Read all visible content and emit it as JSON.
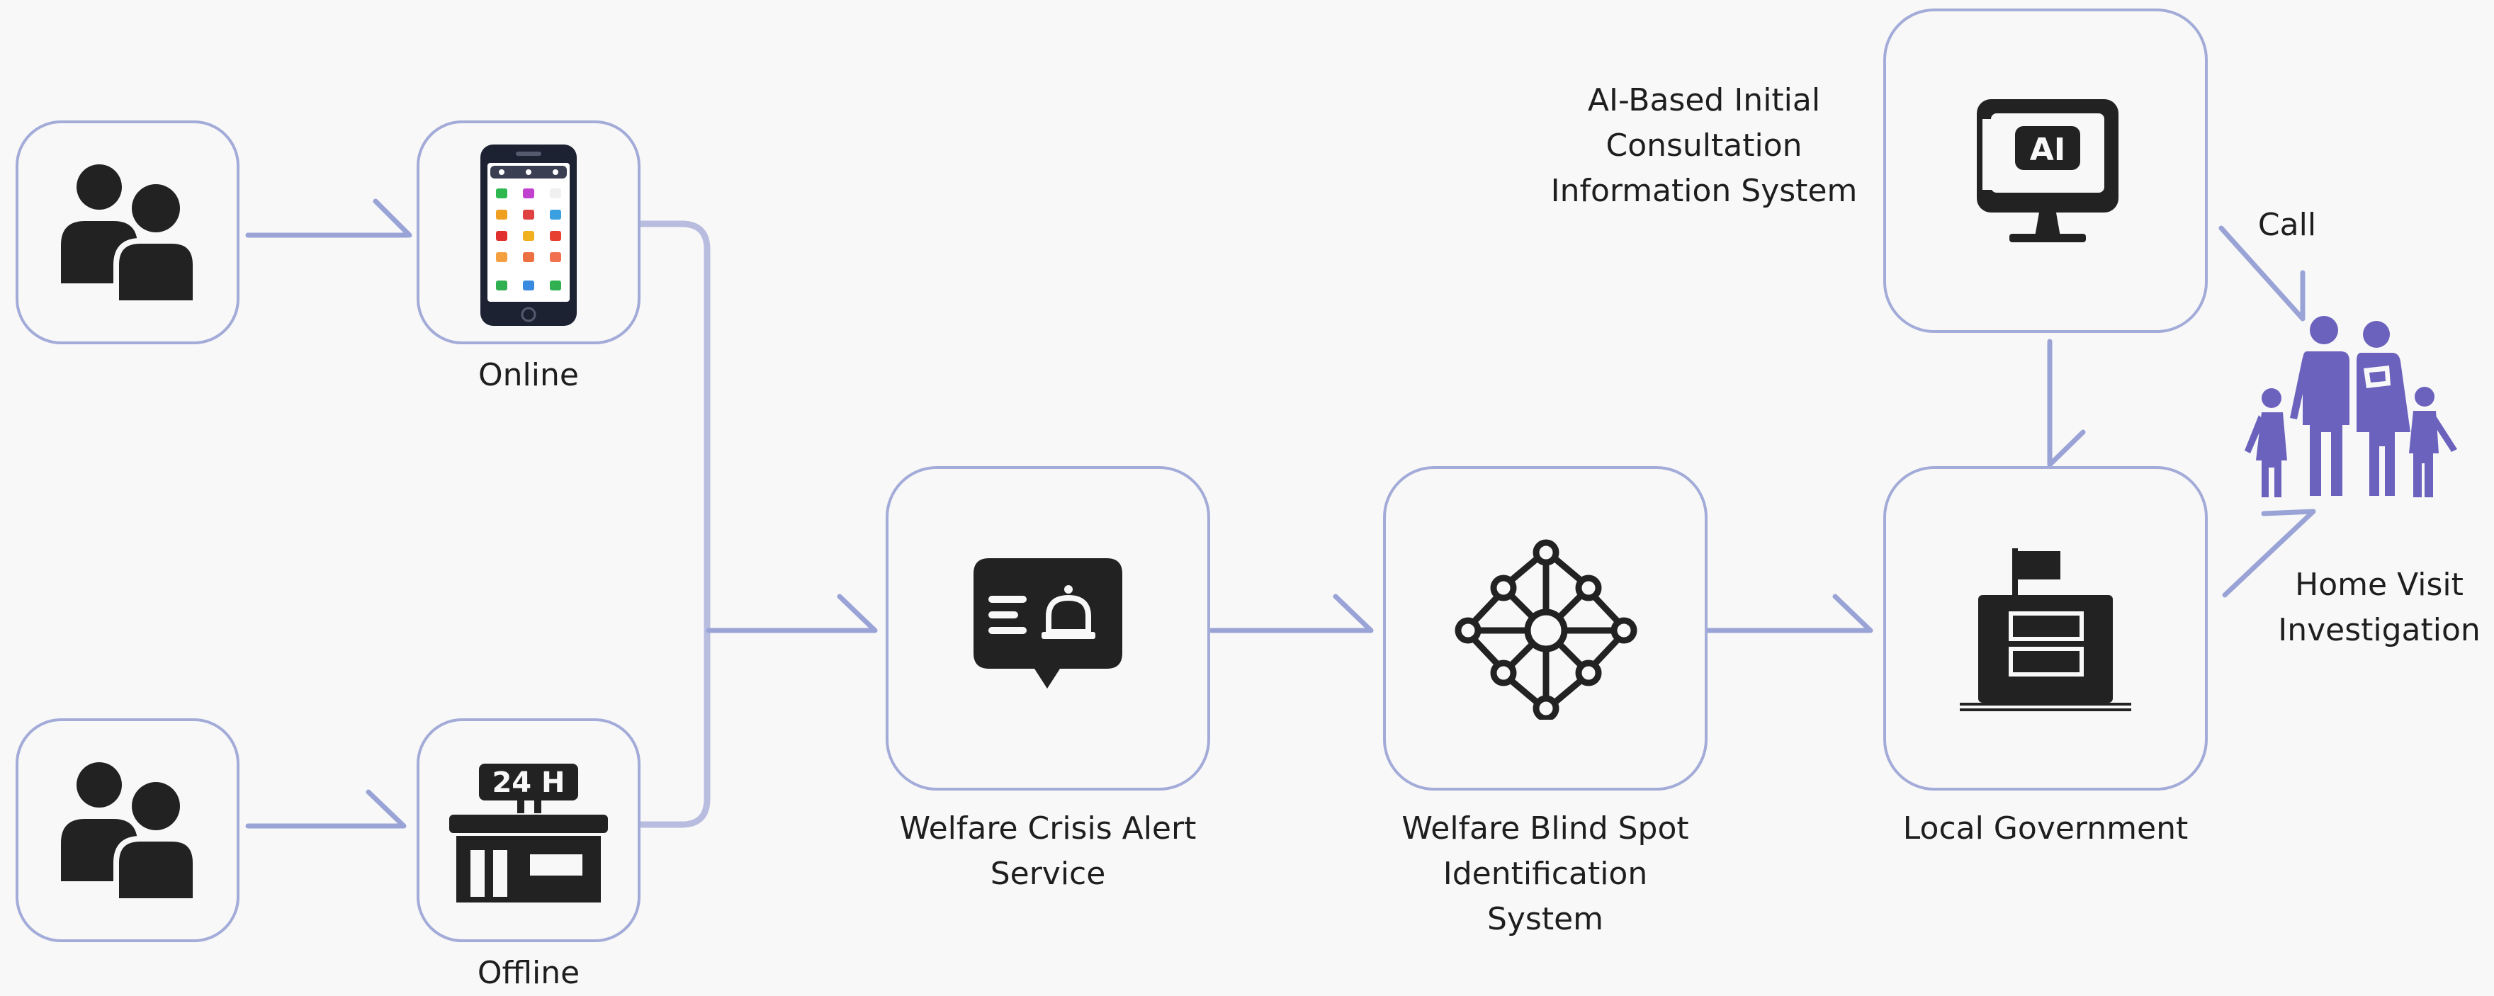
{
  "labels": {
    "online": "Online",
    "offline": "Offline",
    "welfare_crisis_alert": "Welfare Crisis Alert\nService",
    "blind_spot_system": "Welfare Blind Spot\nIdentification\nSystem",
    "local_government": "Local Government",
    "ai_system": "AI-Based Initial\nConsultation\nInformation System",
    "call": "Call",
    "home_visit": "Home Visit\nInvestigation",
    "store_sign": "24 H",
    "ai_badge": "AI"
  },
  "colors": {
    "box_border": "#a3abd8",
    "connector": "#9aa3d6",
    "merge_line": "#b8bde0",
    "icon_dark": "#222222",
    "family": "#6b62bd",
    "background": "#f8f8f8",
    "text": "#1e1e1e"
  },
  "icons": {
    "user_group_top": "user-group-icon",
    "user_group_bottom": "user-group-icon",
    "smartphone": "smartphone-icon",
    "store_24h": "store-24h-icon",
    "alert_message": "alert-message-icon",
    "network": "network-icon",
    "government_office": "government-building-icon",
    "ai_monitor": "ai-monitor-icon",
    "family": "family-icon"
  }
}
